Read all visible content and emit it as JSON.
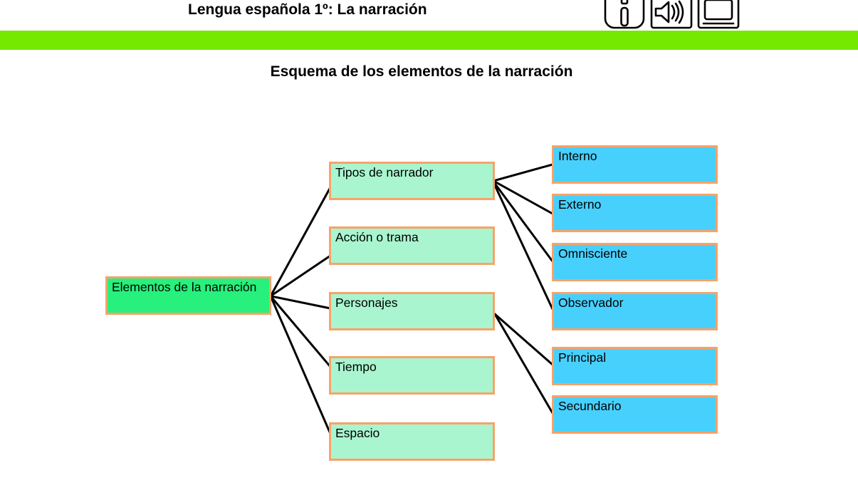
{
  "header": {
    "title": "Lengua española 1º: La narración",
    "icons": [
      "info-icon",
      "speaker-icon",
      "monitor-icon"
    ]
  },
  "subtitle": "Esquema de los elementos de la narración",
  "diagram": {
    "root": {
      "label": "Elementos de la narración"
    },
    "level1": [
      {
        "label": "Tipos de narrador",
        "children": [
          "Interno",
          "Externo",
          "Omnisciente",
          "Observador"
        ]
      },
      {
        "label": "Acción o trama",
        "children": []
      },
      {
        "label": "Personajes",
        "children": [
          "Principal",
          "Secundario"
        ]
      },
      {
        "label": "Tiempo",
        "children": []
      },
      {
        "label": "Espacio",
        "children": []
      }
    ],
    "level2": [
      "Interno",
      "Externo",
      "Omnisciente",
      "Observador",
      "Principal",
      "Secundario"
    ]
  },
  "colors": {
    "banner": "#75E900",
    "root_fill": "#28F07C",
    "level1_fill": "#A9F5CF",
    "level2_fill": "#48D0FC",
    "box_border": "#F8A269",
    "line": "#000000"
  }
}
